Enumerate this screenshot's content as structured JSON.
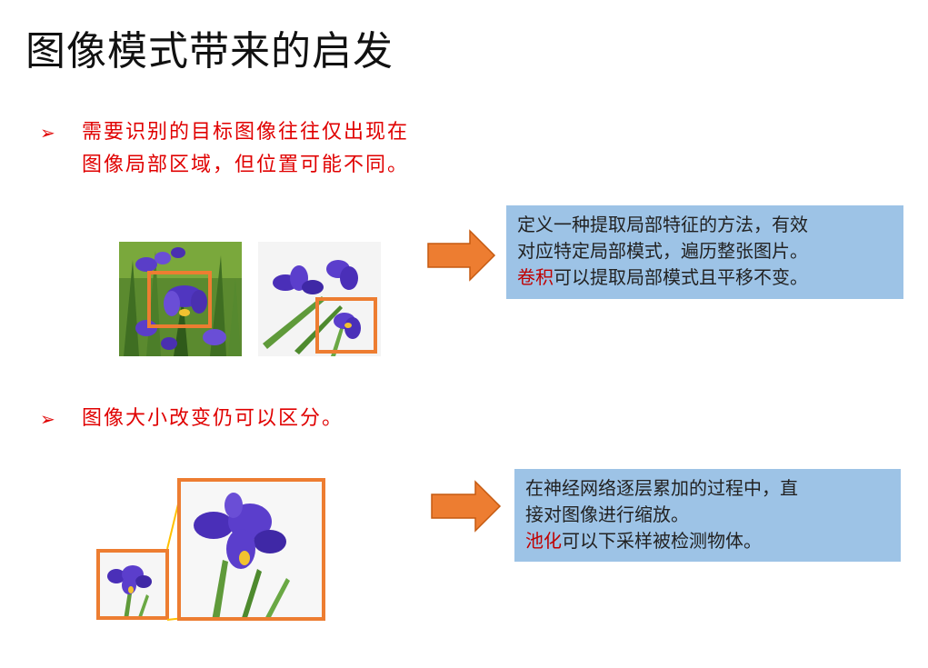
{
  "title": "图像模式带来的启发",
  "bullet1": {
    "line1": "需要识别的目标图像往往仅出现在",
    "line2": "图像局部区域，但位置可能不同。"
  },
  "bullet2": {
    "line1": "图像大小改变仍可以区分。"
  },
  "box1": {
    "line1": "定义一种提取局部特征的方法，有效",
    "line2": "对应特定局部模式，遍历整张图片。",
    "highlight": "卷积",
    "line3_rest": "可以提取局部模式且平移不变。"
  },
  "box2": {
    "line1": "在神经网络逐层累加的过程中，直",
    "line2": "接对图像进行缩放。",
    "highlight": "池化",
    "line3_rest": "可以下采样被检测物体。"
  },
  "colors": {
    "accent_orange": "#ed7d31",
    "box_blue": "#9dc3e6",
    "bullet_red": "#e00000",
    "highlight_red": "#c00000"
  },
  "icons": {
    "bullet_marker": "arrowhead-bullet-icon",
    "arrow": "right-arrow-icon"
  }
}
